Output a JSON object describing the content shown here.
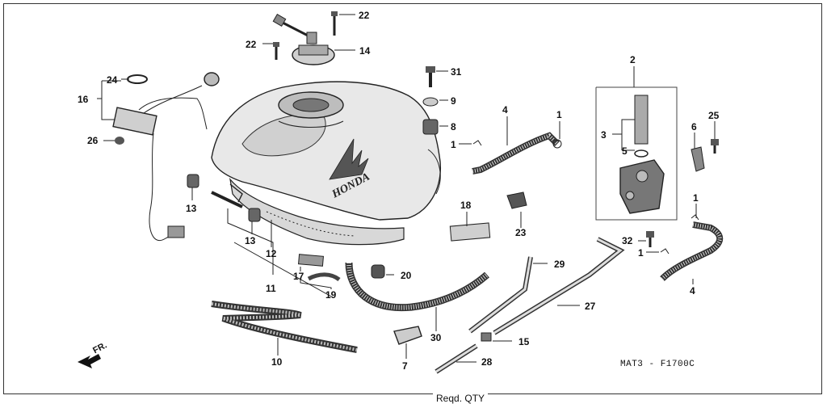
{
  "diagram": {
    "code": "MAT3 - F1700C",
    "direction_label": "FR.",
    "brand_on_tank": "HONDA",
    "footer_text": "Reqd. QTY"
  },
  "callouts": {
    "c22a": "22",
    "c22b": "22",
    "c14": "14",
    "c24": "24",
    "c16": "16",
    "c26": "26",
    "c13a": "13",
    "c13b": "13",
    "c12": "12",
    "c11": "11",
    "c17": "17",
    "c19": "19",
    "c10": "10",
    "c31": "31",
    "c9": "9",
    "c8": "8",
    "c1a": "1",
    "c4a": "4",
    "c1b": "1",
    "c18": "18",
    "c23": "23",
    "c20": "20",
    "c30": "30",
    "c7": "7",
    "c15": "15",
    "c28": "28",
    "c29": "29",
    "c27": "27",
    "c2": "2",
    "c3": "3",
    "c5": "5",
    "c6": "6",
    "c25": "25",
    "c1c": "1",
    "c32": "32",
    "c1d": "1",
    "c4b": "4"
  }
}
